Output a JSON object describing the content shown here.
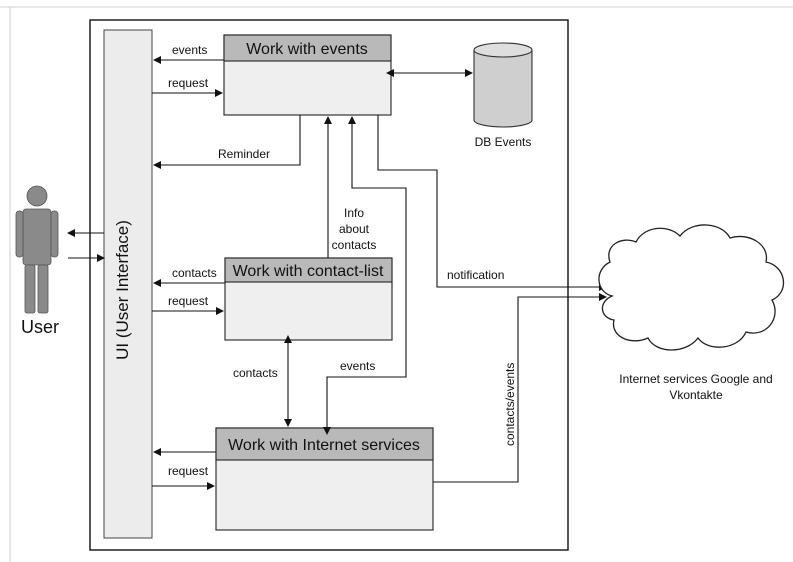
{
  "nodes": {
    "user": "User",
    "ui": "UI (User Interface)",
    "events": "Work with events",
    "contacts": "Work with contact-list",
    "internet": "Work with Internet services",
    "db": "DB Events",
    "cloud_line1": "Internet services Google and",
    "cloud_line2": "Vkontakte"
  },
  "edges": {
    "events_out": "events",
    "events_request": "request",
    "reminder": "Reminder",
    "info_line1": "Info",
    "info_line2": "about",
    "info_line3": "contacts",
    "notification": "notification",
    "contacts_out": "contacts",
    "contacts_request": "request",
    "contacts_between": "contacts",
    "events_to_internet": "events",
    "internet_request": "request",
    "cloud_link": "contacts/events"
  }
}
